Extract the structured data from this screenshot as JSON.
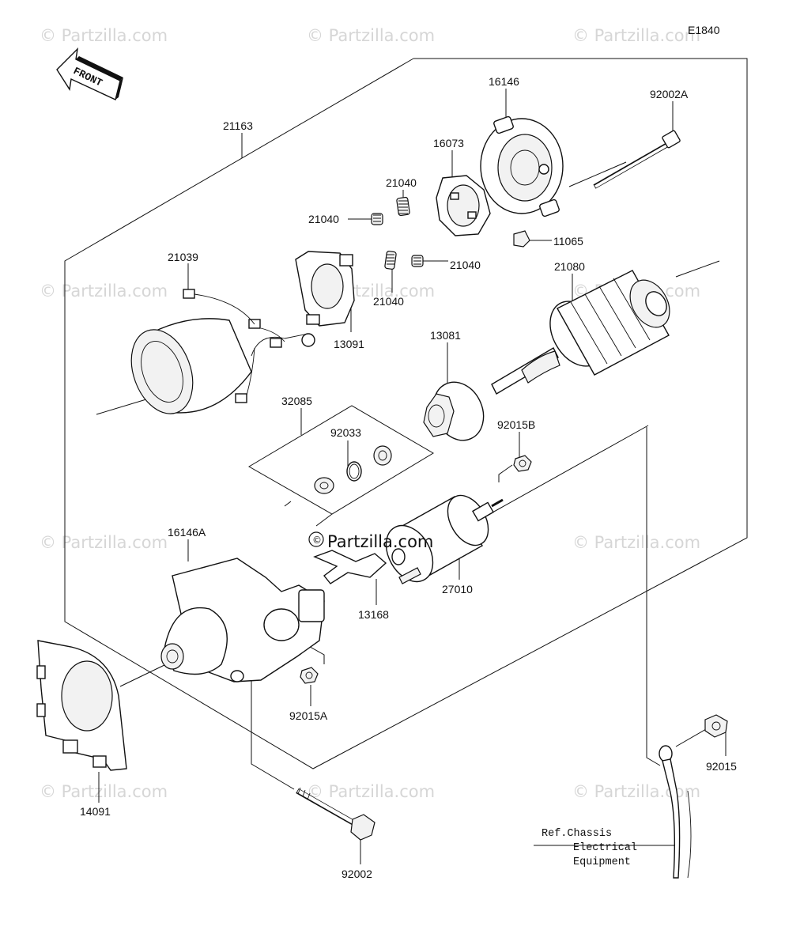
{
  "diagram_code": "E1840",
  "front_label": "FRONT",
  "watermark": "© Partzilla.com",
  "center_watermark": "© Partzilla.com",
  "parts": {
    "p21163": "21163",
    "p16146": "16146",
    "p92002A": "92002A",
    "p16073": "16073",
    "p21040_a": "21040",
    "p21040_b": "21040",
    "p21040_c": "21040",
    "p21040_d": "21040",
    "p11065": "11065",
    "p21039": "21039",
    "p13091": "13091",
    "p21080": "21080",
    "p13081": "13081",
    "p32085": "32085",
    "p92033": "92033",
    "p92015B": "92015B",
    "p16146A": "16146A",
    "p27010": "27010",
    "p13168": "13168",
    "p92015A": "92015A",
    "p92015": "92015",
    "p14091": "14091",
    "p92002": "92002"
  },
  "reference_note": {
    "line1": "Ref.Chassis",
    "line2": "Electrical",
    "line3": "Equipment"
  }
}
